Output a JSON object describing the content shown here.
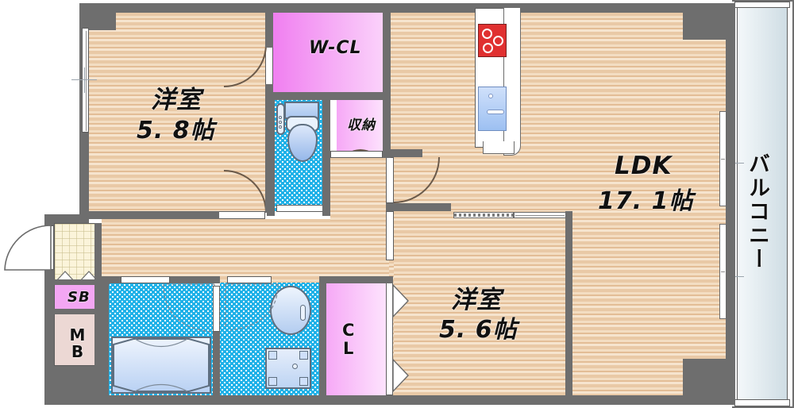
{
  "plan": {
    "type": "japanese-apartment-floor-plan",
    "layout_code": "2LDK",
    "background_color": "#ffffff"
  },
  "rooms": [
    {
      "key": "bedroom_west",
      "name": "洋室",
      "area": "5. 8帖",
      "label_name": "洋室",
      "label_area": "5.8帖"
    },
    {
      "key": "bedroom_south",
      "name": "洋室",
      "area": "5. 6帖",
      "label_name": "洋室",
      "label_area": "5.6帖"
    },
    {
      "key": "ldk",
      "name": "LDK",
      "area": "17. 1帖",
      "label_name": "LDK",
      "label_area": "17.1帖"
    }
  ],
  "labels": {
    "bedroom_west_name": "洋室",
    "bedroom_west_area": "5. 8帖",
    "bedroom_south_name": "洋室",
    "bedroom_south_area": "5. 6帖",
    "ldk_name": "LDK",
    "ldk_area": "17. 1帖",
    "walk_in_closet": "W-CL",
    "storage": "収納",
    "closet": "CL",
    "closet_line1": "C",
    "closet_line2": "L",
    "shoe_box": "SB",
    "meter_box_line1": "M",
    "meter_box_line2": "B",
    "balcony": "バルコニー"
  },
  "fixtures": {
    "stove": "gas-stove-3-burner",
    "sink": "kitchen-sink",
    "toilet": "western-toilet",
    "bathtub": "bathtub",
    "vanity": "wash-basin",
    "washer_pan": "washing-machine-pan",
    "shoe_cabinet": "shoe-cabinet"
  },
  "colors": {
    "flooring": "#e9c9a6",
    "closet_pink": "#f07ff0",
    "wet_area_blue": "#1eb1e7",
    "wall_gray": "#6e6e6e",
    "stove_red": "#e03030",
    "sink_blue": "#9dc0f2",
    "balcony_blue": "#cfdde4",
    "genkan_cream": "#fbf4da",
    "meter_box": "#ecd8d4"
  }
}
